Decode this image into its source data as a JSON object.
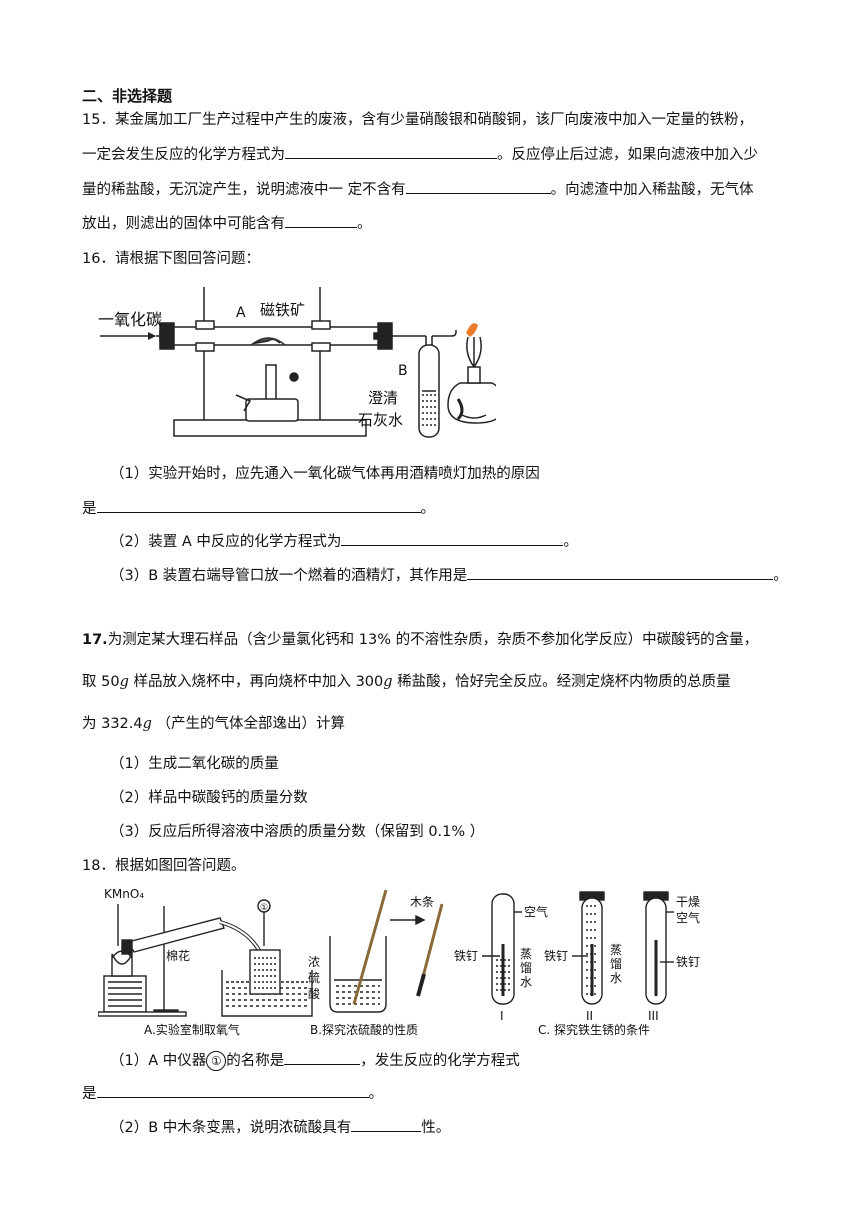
{
  "section_title": "二、非选择题",
  "q15": {
    "num": "15．",
    "l1": "某金属加工厂生产过程中产生的废液，含有少量硝酸银和硝酸铜，该厂向废液中加入一定量的铁粉，",
    "l2a": "一定会发生反应的化学方程式为",
    "l2b": "。反应停止后过滤，如果向滤液中加入少",
    "l3a": "量的稀盐酸，无沉淀产生，说明滤液中一  定不含有",
    "l3b": "。向滤渣中加入稀盐酸，无气体",
    "l4a": "放出，则滤出的固体中可能含有",
    "l4b": "。"
  },
  "q16": {
    "num": "16．",
    "stem": "请根据下图回答问题：",
    "fig": {
      "co": "一氧化碳",
      "a": "A",
      "ore": "磁铁矿",
      "b": "B",
      "lime1": "澄清",
      "lime2": "石灰水"
    },
    "p1a": "（1）实验开始时，应先通入一氧化碳气体再用酒精喷灯加热的原因",
    "p1b": "是",
    "p1c": "。",
    "p2a": "（2）装置 A 中反应的化学方程式为",
    "p2b": "。",
    "p3a": "（3）B 装置右端导管口放一个燃着的酒精灯，其作用是",
    "p3b": "。"
  },
  "q17": {
    "num": "17.",
    "l1a": "为测定某大理石样品（含少量氯化钙和  13%  的不溶性杂质，杂质不参加化学反应）中碳酸钙的含量，",
    "l2a": "取  50",
    "g1": "g",
    "l2b": "  样品放入烧杯中，再向烧杯中加入  300",
    "g2": "g",
    "l2c": "  稀盐酸，恰好完全反应。经测定烧杯内物质的总质量",
    "l3a": "为  332.4",
    "g3": "g",
    "l3b": "  （产生的气体全部逸出）计算",
    "s1": "（1）生成二氧化碳的质量",
    "s2": "（2）样品中碳酸钙的质量分数",
    "s3": "（3）反应后所得溶液中溶质的质量分数（保留到  0.1%  ）"
  },
  "q18": {
    "num": "18．",
    "stem": "根据如图回答问题。",
    "fig": {
      "kmno4": "KMnO₄",
      "cotton": "棉花",
      "circ1": "①",
      "capA": "A.实验室制取氧气",
      "stick": "木条",
      "acid": [
        "浓",
        "硫",
        "酸"
      ],
      "capB": "B.探究浓硫酸的性质",
      "air": "空气",
      "nail": "铁钉",
      "water": [
        "蒸",
        "馏",
        "水"
      ],
      "dryair": [
        "干燥",
        "空气"
      ],
      "r1": "I",
      "r2": "II",
      "r3": "III",
      "capC": "C. 探究铁生锈的条件"
    },
    "p1a": "（1）A 中仪器",
    "p1circ": "①",
    "p1b": "的名称是",
    "p1c": "，发生反应的化学方程式",
    "p1d": "是",
    "p1e": "。",
    "p2a": "（2）B 中木条变黑，说明浓硫酸具有",
    "p2b": "性。"
  }
}
